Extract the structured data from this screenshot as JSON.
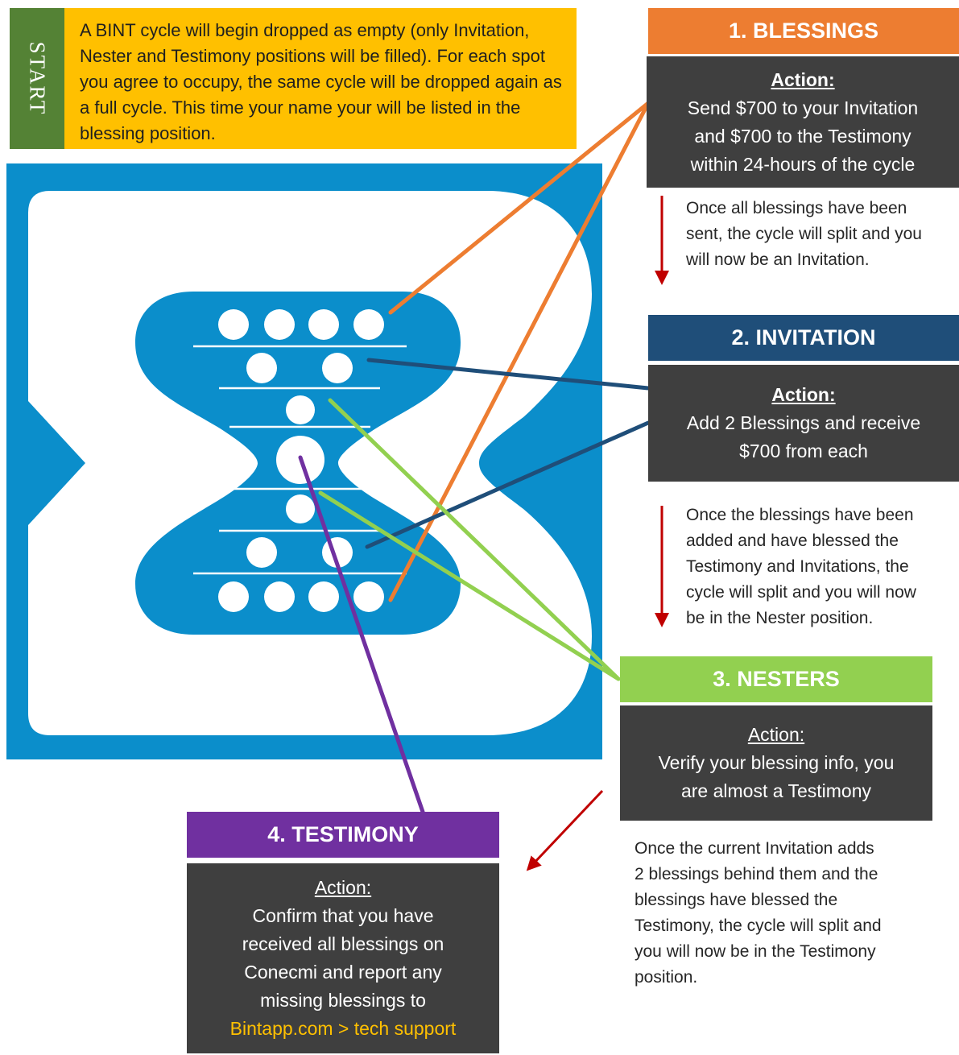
{
  "start": {
    "label": "START",
    "text": "A BINT cycle will begin dropped as empty (only Invitation, Nester and Testimony positions will be filled).  For each spot you agree to occupy, the same cycle will be dropped again as a full cycle.  This time your name your will be listed in the blessing position."
  },
  "steps": {
    "blessings": {
      "title": "1. BLESSINGS",
      "action_label": "Action:",
      "action_lines": [
        "Send $700 to your Invitation",
        "and $700 to the Testimony",
        "within 24-hours of the cycle"
      ],
      "note_lines": [
        "Once all blessings have been",
        "sent, the cycle will split and you",
        "will now be an Invitation."
      ]
    },
    "invitation": {
      "title": "2. INVITATION",
      "action_label": "Action:",
      "action_lines": [
        "Add 2 Blessings and receive",
        "$700 from each"
      ],
      "note_lines": [
        "Once the blessings have been",
        "added and have blessed the",
        "Testimony and Invitations, the",
        "cycle will split and you will now",
        "be in the Nester position."
      ]
    },
    "nesters": {
      "title": "3. NESTERS",
      "action_label": "Action:",
      "action_lines": [
        "Verify your blessing info, you",
        "are almost a Testimony"
      ],
      "note_lines": [
        "Once the current Invitation adds",
        "2 blessings behind them and the",
        "blessings have blessed the",
        "Testimony, the cycle will split and",
        "you will now be in the Testimony",
        "position."
      ]
    },
    "testimony": {
      "title": "4.  TESTIMONY",
      "action_label": "Action:",
      "action_lines": [
        "Confirm that you have",
        "received all blessings on",
        "Conecmi and report any",
        "missing blessings to"
      ],
      "link_text": "Bintapp.com > tech support"
    }
  },
  "colors": {
    "start_green": "#548235",
    "intro_gold": "#ffc000",
    "blessings_orange": "#ed7d31",
    "invitation_navy": "#1f4e79",
    "nesters_green": "#92d050",
    "testimony_purple": "#7030a0",
    "action_gray": "#3f3f3f",
    "logo_blue": "#0b8ecb",
    "arrow_red": "#c00000"
  }
}
